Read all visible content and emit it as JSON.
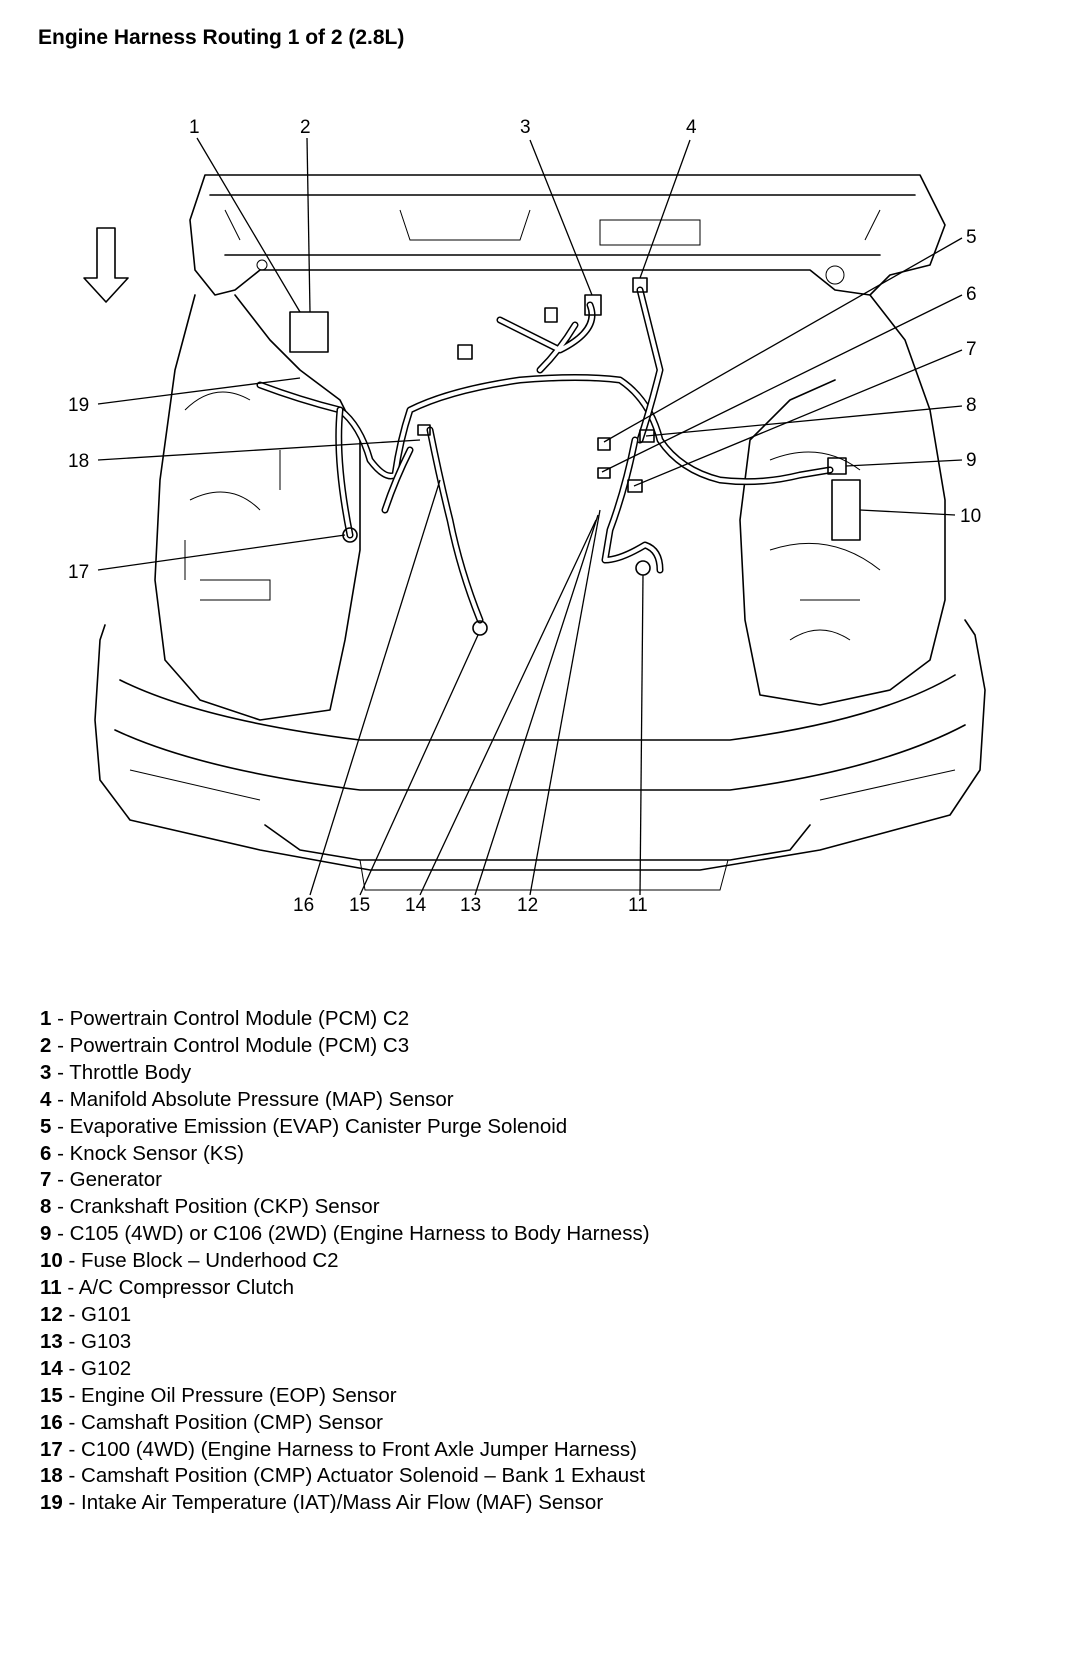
{
  "title": "Engine Harness Routing 1 of 2 (2.8L)",
  "diagram": {
    "icons": [
      "front-direction-arrow-icon"
    ],
    "callouts": [
      "1",
      "2",
      "3",
      "4",
      "5",
      "6",
      "7",
      "8",
      "9",
      "10",
      "11",
      "12",
      "13",
      "14",
      "15",
      "16",
      "17",
      "18",
      "19"
    ]
  },
  "legend": [
    {
      "num": "1",
      "text": " - Powertrain Control Module (PCM) C2"
    },
    {
      "num": "2",
      "text": " - Powertrain Control Module (PCM) C3"
    },
    {
      "num": "3",
      "text": " - Throttle Body"
    },
    {
      "num": "4",
      "text": " - Manifold Absolute Pressure (MAP) Sensor"
    },
    {
      "num": "5",
      "text": " - Evaporative Emission (EVAP) Canister Purge Solenoid"
    },
    {
      "num": "6",
      "text": " - Knock Sensor (KS)"
    },
    {
      "num": "7",
      "text": " - Generator"
    },
    {
      "num": "8",
      "text": " - Crankshaft Position (CKP) Sensor"
    },
    {
      "num": "9",
      "text": " - C105 (4WD) or C106 (2WD) (Engine Harness to Body Harness)"
    },
    {
      "num": "10",
      "text": " - Fuse Block – Underhood C2"
    },
    {
      "num": "11",
      "text": " - A/C Compressor Clutch"
    },
    {
      "num": "12",
      "text": " - G101"
    },
    {
      "num": "13",
      "text": " - G103"
    },
    {
      "num": "14",
      "text": " - G102"
    },
    {
      "num": "15",
      "text": " - Engine Oil Pressure (EOP) Sensor"
    },
    {
      "num": "16",
      "text": " - Camshaft Position (CMP) Sensor"
    },
    {
      "num": "17",
      "text": " - C100 (4WD) (Engine Harness to Front Axle Jumper Harness)"
    },
    {
      "num": "18",
      "text": " - Camshaft Position (CMP) Actuator Solenoid – Bank 1 Exhaust"
    },
    {
      "num": "19",
      "text": " - Intake Air Temperature (IAT)/Mass Air Flow (MAF) Sensor"
    }
  ]
}
